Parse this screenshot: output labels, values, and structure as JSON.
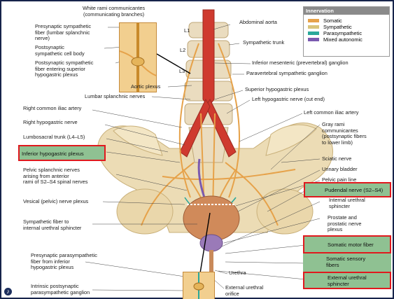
{
  "legend": {
    "title": "Innervation",
    "items": [
      {
        "label": "Somatic",
        "color": "#e6a24a"
      },
      {
        "label": "Sympathetic",
        "color": "#d9c47a"
      },
      {
        "label": "Parasympathetic",
        "color": "#2aa89a"
      },
      {
        "label": "Mixed autonomic",
        "color": "#7a5ab0"
      }
    ]
  },
  "vertebra_labels": {
    "l1": "L1",
    "l2": "L2",
    "l3": "L3"
  },
  "labels": {
    "white_rami": "White rami communicantes\n(communicating branches)",
    "presyn_symp": "Presynaptic sympathetic\nfiber (lumbar splanchnic\nnerve)",
    "postsyn_body": "Postsynaptic\nsympathetic cell body",
    "postsyn_fiber": "Postsynaptic sympathetic\nfiber entering superior\nhypogastric plexus",
    "aortic_plexus": "Aortic plexus",
    "lumbar_splanchnic": "Lumbar splanchnic nerves",
    "right_common_iliac": "Right common iliac artery",
    "right_hypogastric": "Right hypogastric nerve",
    "lumbosacral": "Lumbosacral trunk (L4–L5)",
    "pelvic_splanchnic": "Pelvic splanchnic nerves\narising from anterior\nrami of S2–S4 spinal nerves",
    "vesical": "Vesical (pelvic) nerve plexus",
    "symp_fiber": "Sympathetic fiber to\ninternal urethral sphincter",
    "presyn_para": "Presynaptic parasympathetic\nfiber from inferior\nhypogastric plexus",
    "intrinsic": "Intrinsic postsynaptic\nparasympathetic ganglion",
    "abdominal_aorta": "Abdominal aorta",
    "symp_trunk": "Sympathetic trunk",
    "inf_mesenteric": "Inferior mesenteric (prevertebral) ganglion",
    "paravertebral": "Paravertebral sympathetic ganglion",
    "sup_hypogastric": "Superior hypogastric plexus",
    "left_hypogastric": "Left hypogastric nerve (cut end)",
    "left_common_iliac": "Left common iliac artery",
    "gray_rami": "Gray rami\ncommunicantes\n(postsynaptic fibers\nto lower limb)",
    "sciatic": "Sciatic nerve",
    "urinary_bladder": "Urinary bladder",
    "pelvic_pain_line": "Pelvic pain line",
    "internal_urethral": "Internal urethral\nsphincter",
    "prostate": "Prostate and\nprostatic nerve\nplexus",
    "urethra": "Urethra",
    "external_orifice": "External urethral\norifice"
  },
  "highlights": {
    "inferior_hypogastric": "Inferior hypogastric plexus",
    "pudendal": "Pudendal nerve (S2–S4)",
    "somatic_motor": "Somatic motor fiber",
    "somatic_sensory": "Somatic sensory\nfibers",
    "external_sphincter": "External urethral\nsphincter"
  }
}
